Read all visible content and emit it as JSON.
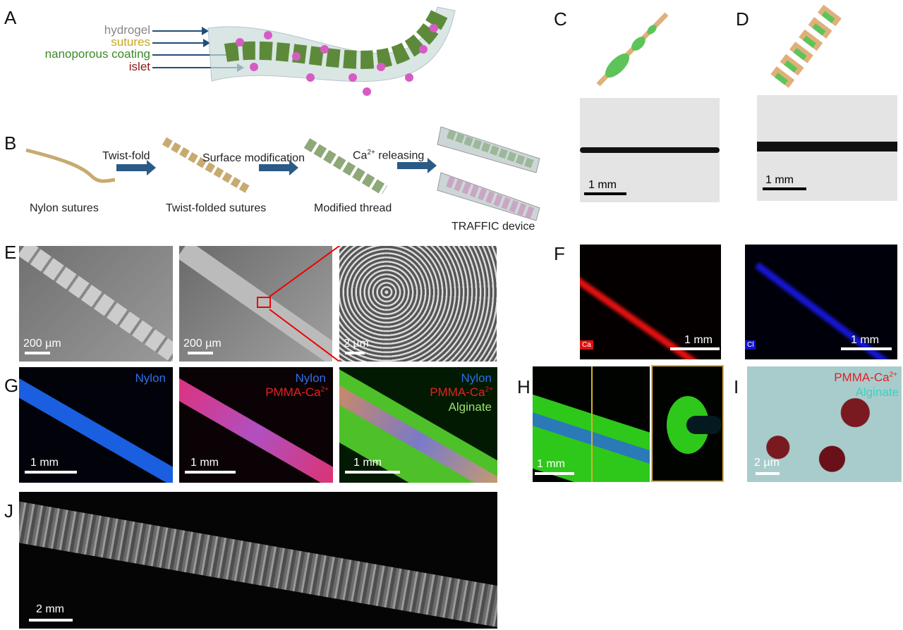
{
  "panels": {
    "A": "A",
    "B": "B",
    "C": "C",
    "D": "D",
    "E": "E",
    "F": "F",
    "G": "G",
    "H": "H",
    "I": "I",
    "J": "J"
  },
  "panel_a": {
    "labels": {
      "hydrogel": "hydrogel",
      "sutures": "sutures",
      "coating": "nanoporous coating",
      "islet": "islet"
    },
    "colors": {
      "hydrogel": "#888888",
      "sutures": "#c8a820",
      "coating": "#3a8a2a",
      "islet": "#8b1a1a"
    }
  },
  "panel_b": {
    "steps": [
      "Nylon sutures",
      "Twist-folded sutures",
      "Modified thread",
      "TRAFFIC device"
    ],
    "arrows": [
      "Twist-fold",
      "Surface modification",
      "Ca",
      "2+",
      " releasing"
    ]
  },
  "panel_c": {
    "scale": "1 mm"
  },
  "panel_d": {
    "scale": "1 mm"
  },
  "panel_e": {
    "scales": [
      "200 µm",
      "200 µm",
      "2 µm"
    ]
  },
  "panel_f": {
    "scales": [
      "1 mm",
      "1 mm"
    ],
    "elements": [
      "Ca",
      "Cl"
    ]
  },
  "panel_g": {
    "scales": [
      "1 mm",
      "1 mm",
      "1 mm"
    ],
    "nylon": "Nylon",
    "pmma": "PMMA-Ca",
    "sup": "2+",
    "alginate": "Alginate"
  },
  "panel_h": {
    "scale": "1 mm"
  },
  "panel_i": {
    "pmma": "PMMA-Ca",
    "sup": "2+",
    "alginate": "Alginate",
    "scale": "2 µm"
  },
  "panel_j": {
    "scale": "2 mm"
  }
}
